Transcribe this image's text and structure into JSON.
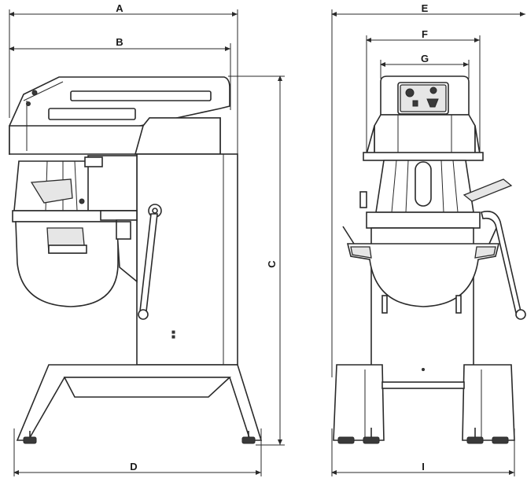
{
  "dimensions": {
    "A": "A",
    "B": "B",
    "C": "C",
    "D": "D",
    "E": "E",
    "F": "F",
    "G": "G",
    "I": "I"
  },
  "colors": {
    "line": "#2a2a2a",
    "panel": "#e6e6e6",
    "background": "#ffffff"
  }
}
